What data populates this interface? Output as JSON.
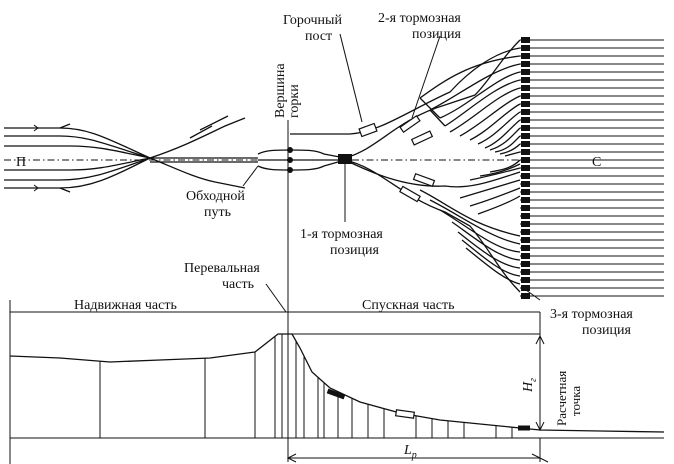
{
  "labels": {
    "hump_post": [
      "Горочный",
      "пост"
    ],
    "second_brake": [
      "2-я тормозная",
      "позиция"
    ],
    "hump_crest": [
      "Вершина",
      "горки"
    ],
    "bypass": [
      "Обходной",
      "путь"
    ],
    "first_brake": [
      "1-я тормозная",
      "позиция"
    ],
    "crest_section": [
      "Перевальная",
      "часть"
    ],
    "push_section": "Надвижная часть",
    "descent_section": "Спускная часть",
    "third_brake": [
      "3-я тормозная",
      "позиция"
    ],
    "calc_point": [
      "Расчетная",
      "точка"
    ],
    "park_p": "П",
    "park_s": "С",
    "height_symbol": "H",
    "height_sub": "г",
    "length_symbol": "L",
    "length_sub": "р"
  }
}
